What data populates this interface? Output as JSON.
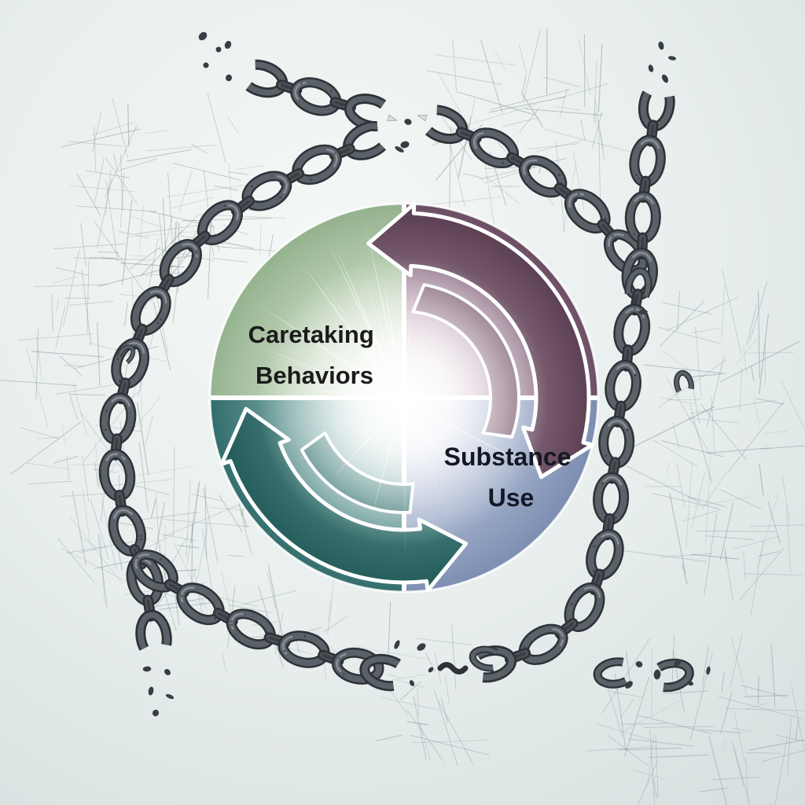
{
  "diagram": {
    "type": "cycle",
    "description": "Broken chain surrounding a two-arrow cycle diagram",
    "quadrants": [
      {
        "id": "caretaking-behaviors",
        "label": "Caretaking Behaviors",
        "position": "top-left",
        "color": "#94b28e"
      },
      {
        "id": "cycle-arrow-quadrant-top-right",
        "label": "",
        "position": "top-right",
        "color": "#6b4e63"
      },
      {
        "id": "cycle-arrow-quadrant-bottom-left",
        "label": "",
        "position": "bottom-left",
        "color": "#2e6b6a"
      },
      {
        "id": "substance-use",
        "label": "Substance Use",
        "position": "bottom-right",
        "color": "#7a8cb0"
      }
    ],
    "labels": {
      "caretaking": {
        "text": "Caretaking Behaviors",
        "lines": [
          "Caretaking",
          "Behaviors"
        ]
      },
      "substance": {
        "text": "Substance Use",
        "lines": [
          "Substance",
          "Use"
        ]
      }
    },
    "arrows": [
      {
        "name": "cycle-arrow-top-right",
        "direction": "clockwise",
        "color": "#573b4e"
      },
      {
        "name": "cycle-arrow-bottom-left",
        "direction": "clockwise",
        "color": "#1e5655"
      }
    ],
    "chain": {
      "name": "broken-chain",
      "color": "#4a4f55",
      "breaks": 5
    }
  },
  "colors": {
    "background": "#e6edec",
    "quadrant_green": "#94b28e",
    "quadrant_mauve": "#6b4e63",
    "quadrant_teal": "#2e6b6a",
    "quadrant_blue": "#7a8cb0",
    "arrow_mauve": "#573b4e",
    "arrow_teal": "#1e5655",
    "divider": "#ffffff",
    "chain_body": "#5a6168",
    "chain_dark": "#2e3237",
    "chain_light": "#949ba2",
    "scribble": "#7f8e90",
    "text": "#1b1b1b",
    "flare": "#ffffff"
  }
}
